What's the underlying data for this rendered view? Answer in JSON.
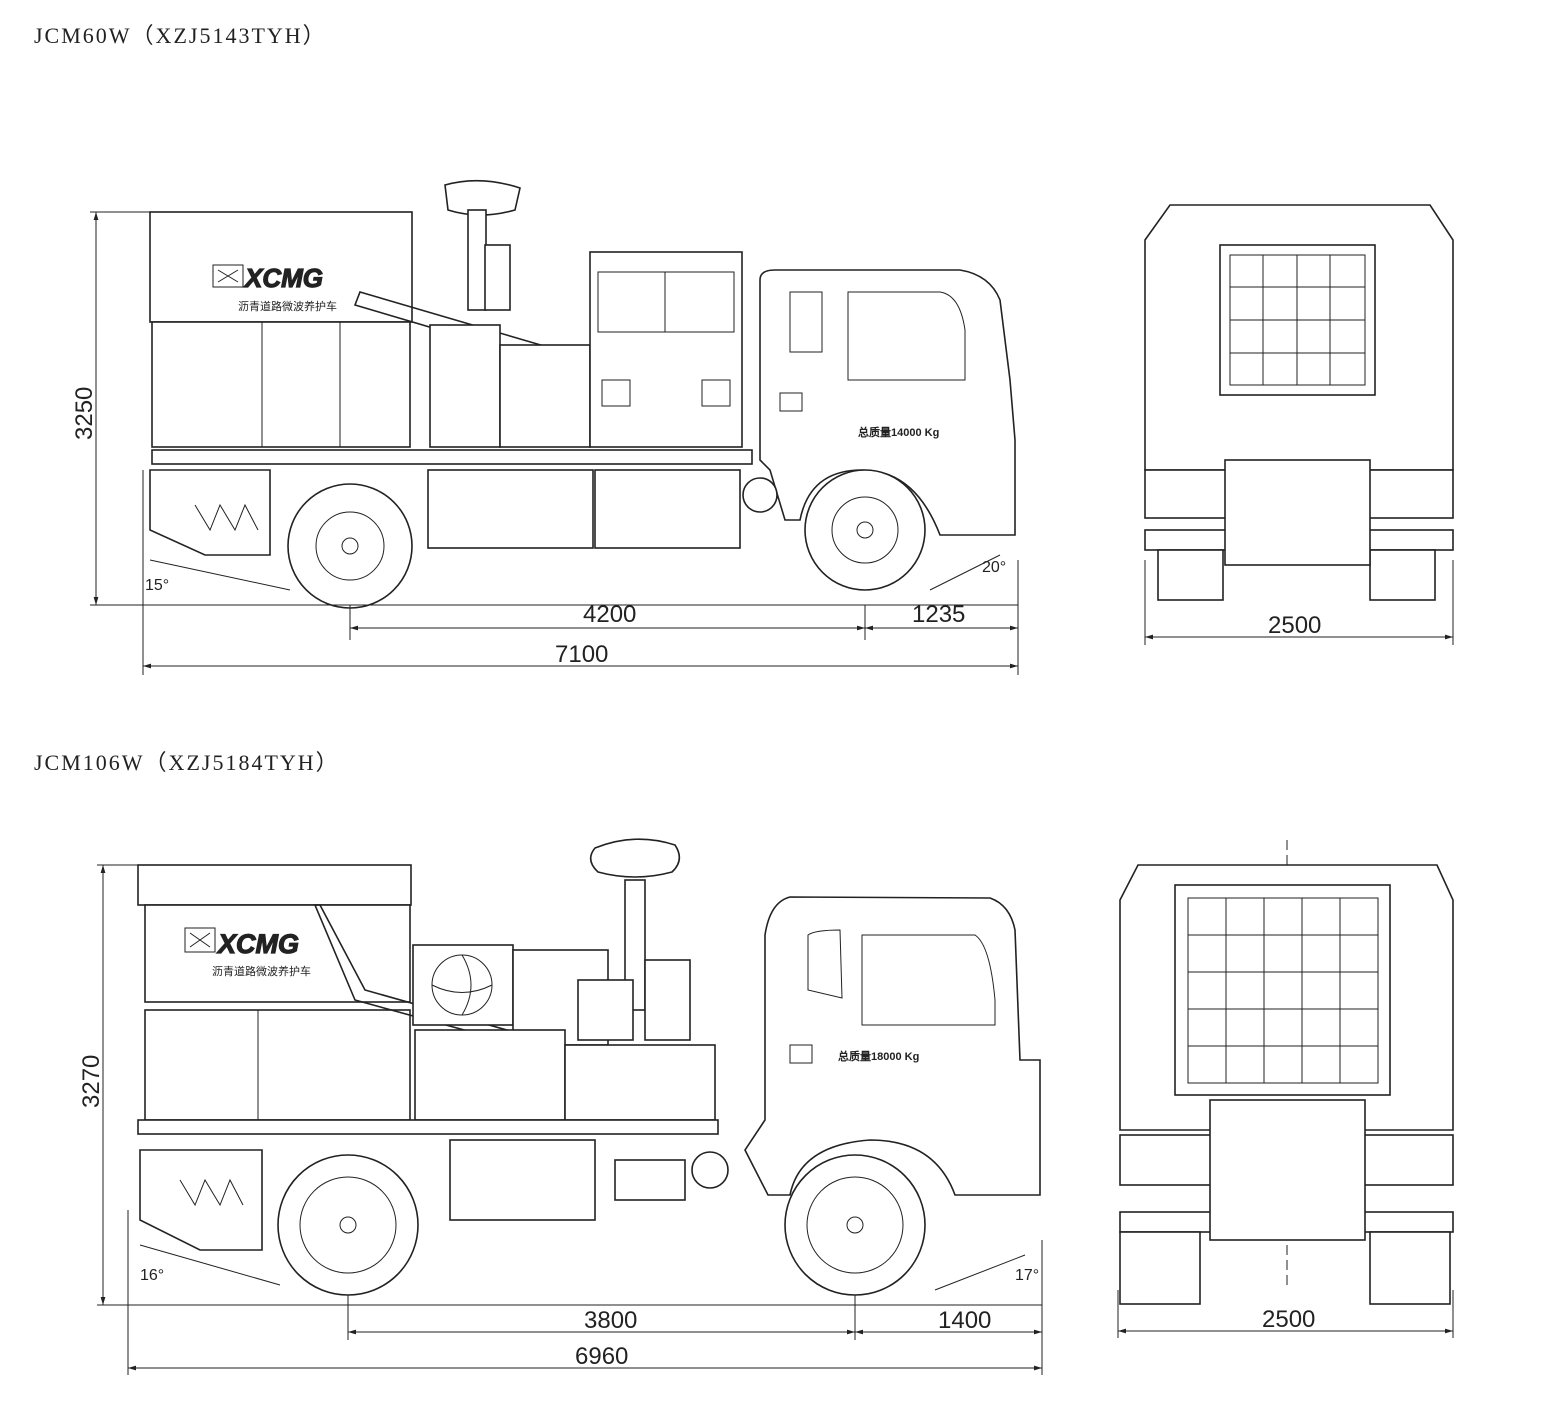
{
  "models": [
    {
      "title": "JCM60W（XZJ5143TYH）",
      "brand": "XCMG",
      "body_label": "沥青道路微波养护车",
      "gross_mass_label": "总质量14000 Kg",
      "dimensions": {
        "height": "3250",
        "wheelbase": "4200",
        "front_overhang": "1235",
        "length": "7100",
        "width": "2500",
        "rear_angle": "15°",
        "front_angle": "20°"
      }
    },
    {
      "title": "JCM106W（XZJ5184TYH）",
      "brand": "XCMG",
      "body_label": "沥青道路微波养护车",
      "gross_mass_label": "总质量18000 Kg",
      "dimensions": {
        "height": "3270",
        "wheelbase": "3800",
        "front_overhang": "1400",
        "length": "6960",
        "width": "2500",
        "rear_angle": "16°",
        "front_angle": "17°"
      }
    }
  ]
}
